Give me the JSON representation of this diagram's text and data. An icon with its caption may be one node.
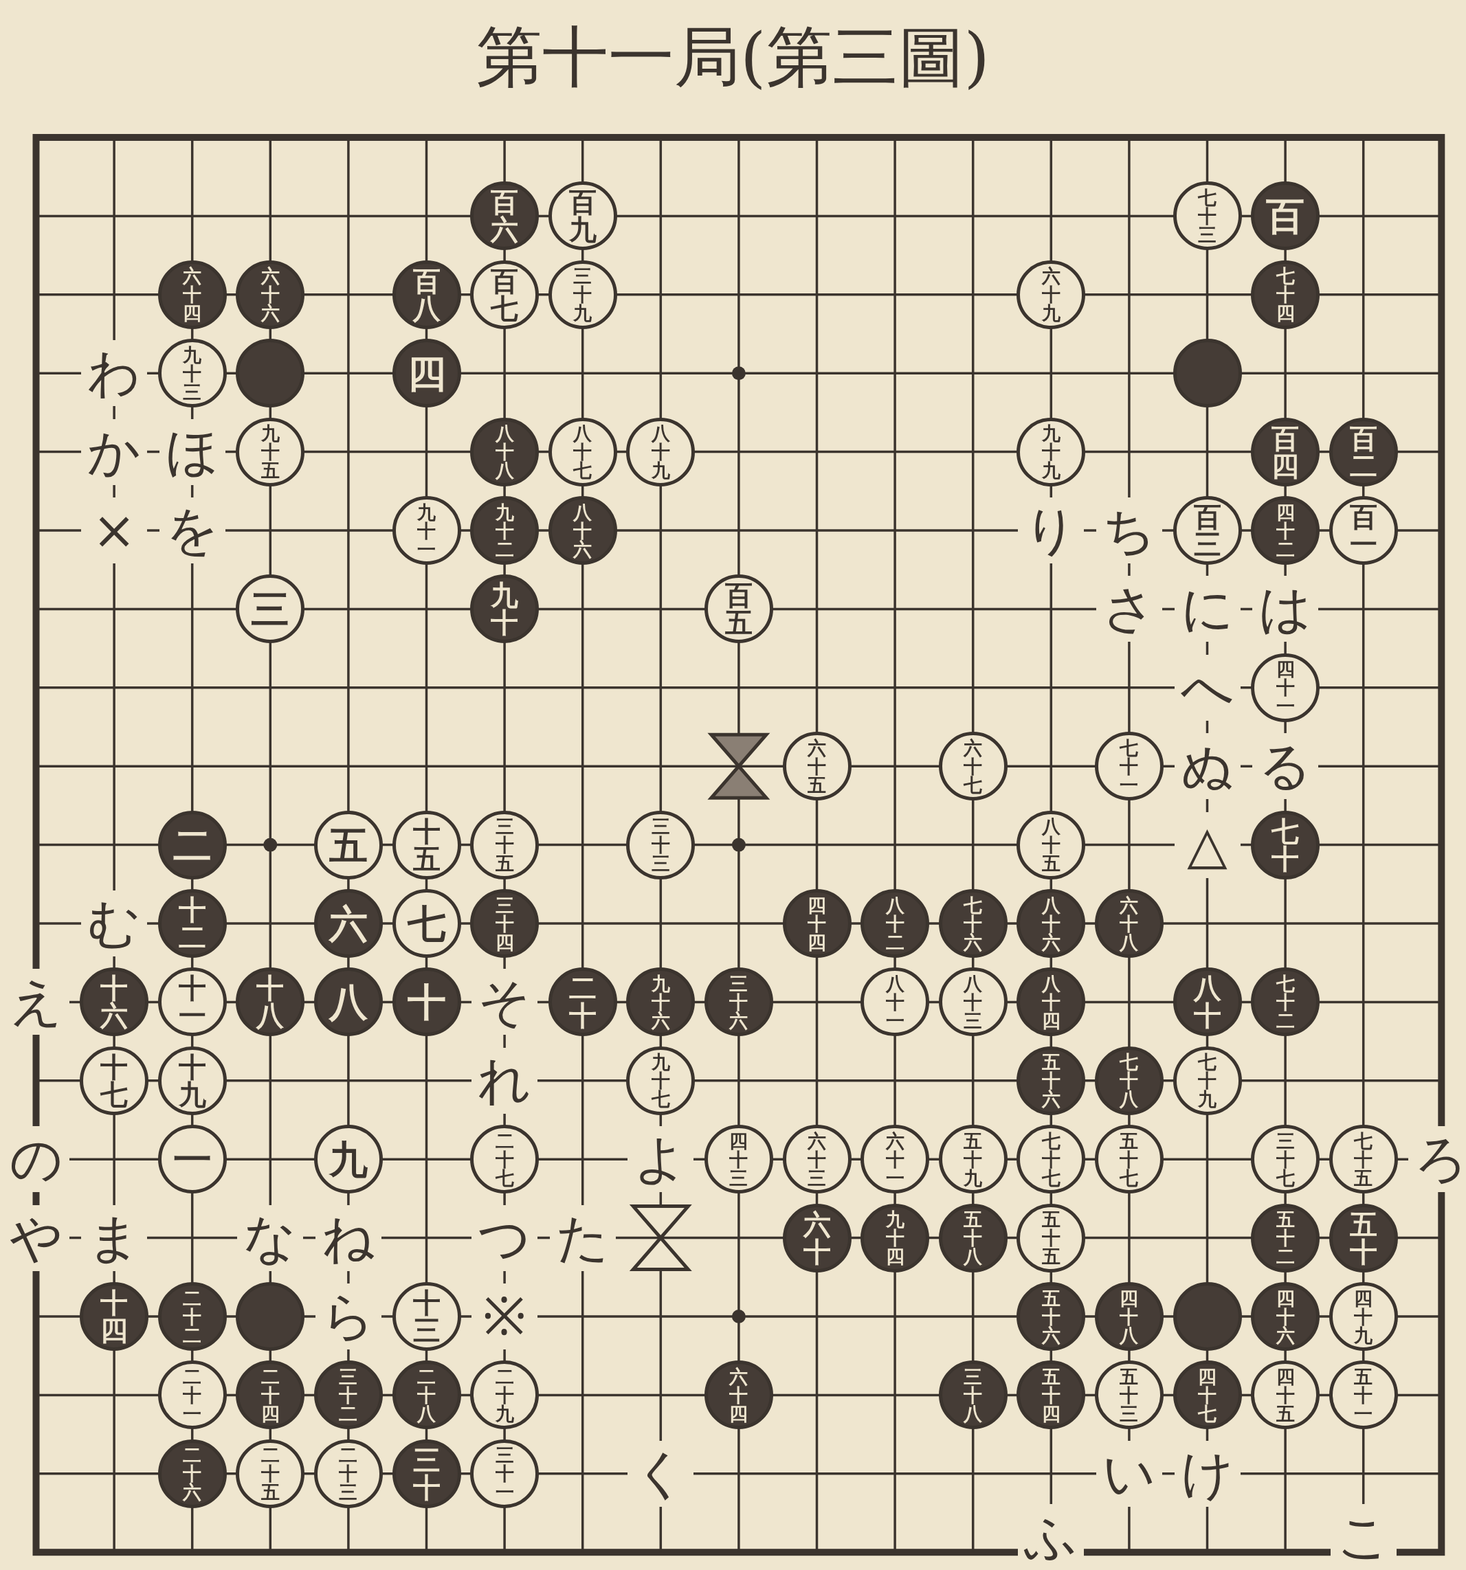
{
  "diagram": {
    "title": "第十一局(第三圖)",
    "nodes": [
      {
        "text": [
          "百六"
        ]
      },
      {
        "text": [
          "百九"
        ]
      },
      {
        "text": [
          "七十三"
        ]
      },
      {
        "text": [
          "百"
        ]
      },
      {
        "text": [
          "六十四"
        ]
      },
      {
        "text": [
          "六十六"
        ]
      },
      {
        "text": [
          "百八"
        ]
      },
      {
        "text": [
          "百七"
        ]
      },
      {
        "text": [
          "三十九"
        ]
      },
      {
        "text": [
          "六十九"
        ]
      },
      {
        "text": [
          "七十四"
        ]
      },
      {
        "text": [
          "九十三"
        ]
      },
      {
        "text": [],
        "shape": "circle"
      },
      {
        "text": [
          "四"
        ]
      },
      {
        "text": [],
        "shape": "circle"
      },
      {
        "text": [
          "九十五"
        ]
      },
      {
        "text": [
          "八十八"
        ]
      },
      {
        "text": [
          "八十七"
        ]
      },
      {
        "text": [
          "八十九"
        ]
      },
      {
        "text": [
          "九十九"
        ]
      },
      {
        "text": [
          "百四"
        ]
      },
      {
        "text": [
          "百二"
        ]
      },
      {
        "text": [
          "九十一"
        ]
      },
      {
        "text": [
          "九十二"
        ]
      },
      {
        "text": [
          "八十六"
        ]
      },
      {
        "text": [
          "百三"
        ]
      },
      {
        "text": [
          "四十二"
        ]
      },
      {
        "text": [
          "百一"
        ]
      },
      {
        "text": [
          "三"
        ]
      },
      {
        "text": [
          "九十"
        ]
      },
      {
        "text": [
          "百五"
        ]
      },
      {
        "text": [
          "四十一"
        ]
      },
      {
        "text": [
          "六十五"
        ]
      },
      {
        "text": [
          "六十七"
        ]
      },
      {
        "text": [
          "七十一"
        ]
      },
      {
        "text": [
          "二"
        ]
      },
      {
        "text": [
          "五"
        ]
      },
      {
        "text": [
          "十五"
        ]
      },
      {
        "text": [
          "三十五"
        ]
      },
      {
        "text": [
          "三十三"
        ]
      },
      {
        "text": [
          "八十五"
        ]
      },
      {
        "text": [
          "七十"
        ]
      },
      {
        "text": [
          "十二"
        ]
      },
      {
        "text": [
          "六"
        ]
      },
      {
        "text": [
          "七"
        ]
      },
      {
        "text": [
          "三十四"
        ]
      },
      {
        "text": [
          "四十四"
        ]
      },
      {
        "text": [
          "八十二"
        ]
      },
      {
        "text": [
          "七十六"
        ]
      },
      {
        "text": [
          "八十六"
        ]
      },
      {
        "text": [
          "六十八"
        ]
      },
      {
        "text": [
          "十六"
        ]
      },
      {
        "text": [
          "十一"
        ]
      },
      {
        "text": [
          "十八"
        ]
      },
      {
        "text": [
          "八"
        ]
      },
      {
        "text": [
          "十"
        ]
      },
      {
        "text": [
          "二十"
        ]
      },
      {
        "text": [
          "九十六"
        ]
      },
      {
        "text": [
          "三十六"
        ]
      },
      {
        "text": [
          "八十一"
        ]
      },
      {
        "text": [
          "八十三"
        ]
      },
      {
        "text": [
          "八十四"
        ]
      },
      {
        "text": [
          "八十"
        ]
      },
      {
        "text": [
          "七十二"
        ]
      },
      {
        "text": [
          "十七"
        ]
      },
      {
        "text": [
          "十九"
        ]
      },
      {
        "text": [
          "九十七"
        ]
      },
      {
        "text": [
          "五十六"
        ]
      },
      {
        "text": [
          "七十八"
        ]
      },
      {
        "text": [
          "七十九"
        ]
      },
      {
        "text": [
          "一"
        ]
      },
      {
        "text": [
          "九"
        ]
      },
      {
        "text": [
          "二十七"
        ]
      },
      {
        "text": [
          "四十三"
        ]
      },
      {
        "text": [
          "六十三"
        ]
      },
      {
        "text": [
          "六十一"
        ]
      },
      {
        "text": [
          "五十九"
        ]
      },
      {
        "text": [
          "七十七"
        ]
      },
      {
        "text": [
          "五十七"
        ]
      },
      {
        "text": [
          "三十七"
        ]
      },
      {
        "text": [
          "七十五"
        ]
      },
      {
        "text": [
          "六十"
        ]
      },
      {
        "text": [
          "九十四"
        ]
      },
      {
        "text": [
          "五十八"
        ]
      },
      {
        "text": [
          "五十五"
        ]
      },
      {
        "text": [
          "五十二"
        ]
      },
      {
        "text": [
          "五十"
        ]
      },
      {
        "text": [
          "十四"
        ]
      },
      {
        "text": [
          "二十二"
        ]
      },
      {
        "text": [],
        "shape": "circle"
      },
      {
        "text": [
          "十三"
        ]
      },
      {
        "text": [
          "五十六"
        ]
      },
      {
        "text": [
          "四十八"
        ]
      },
      {
        "text": [],
        "shape": "circle"
      },
      {
        "text": [
          "四十六"
        ]
      },
      {
        "text": [
          "四十九"
        ]
      },
      {
        "text": [
          "二十一"
        ]
      },
      {
        "text": [
          "二十四"
        ]
      },
      {
        "text": [
          "三十二"
        ]
      },
      {
        "text": [
          "二十八"
        ]
      },
      {
        "text": [
          "二十九"
        ]
      },
      {
        "text": [
          "六十四"
        ]
      },
      {
        "text": [
          "三十八"
        ]
      },
      {
        "text": [
          "五十四"
        ]
      },
      {
        "text": [
          "五十三"
        ]
      },
      {
        "text": [
          "四十七"
        ]
      },
      {
        "text": [
          "四十五"
        ]
      },
      {
        "text": [
          "五十一"
        ]
      },
      {
        "text": [
          "二十六"
        ]
      },
      {
        "text": [
          "二十五"
        ]
      },
      {
        "text": [
          "二十三"
        ]
      },
      {
        "text": [
          "三十"
        ]
      },
      {
        "text": [
          "三十一"
        ]
      }
    ],
    "labels": [
      "わ",
      "か",
      "ほ",
      "×",
      "を",
      "り",
      "ち",
      "さ",
      "に",
      "は",
      "へ",
      "ぬ",
      "る",
      "△",
      "む",
      "え",
      "そ",
      "れ",
      "の",
      "よ",
      "ろ",
      "や",
      "ま",
      "な",
      "ね",
      "つ",
      "た",
      "ら",
      "※",
      "く",
      "い",
      "け",
      "ふ",
      "こ"
    ]
  }
}
